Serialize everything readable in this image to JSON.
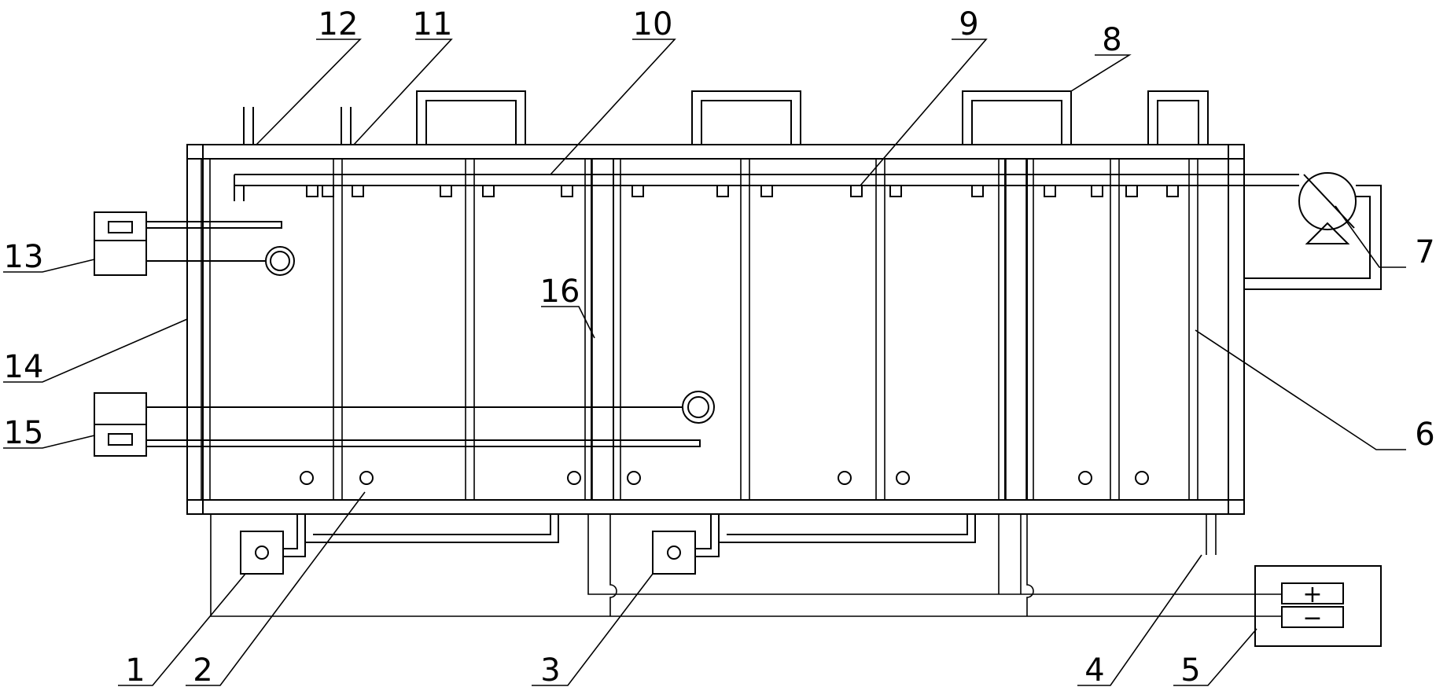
{
  "labels": {
    "l1": "1",
    "l2": "2",
    "l3": "3",
    "l4": "4",
    "l5": "5",
    "l6": "6",
    "l7": "7",
    "l8": "8",
    "l9": "9",
    "l10": "10",
    "l11": "11",
    "l12": "12",
    "l13": "13",
    "l14": "14",
    "l15": "15",
    "l16": "16"
  },
  "power_supply": {
    "plus": "+",
    "minus": "−"
  },
  "colors": {
    "line": "#000000",
    "background": "#ffffff"
  }
}
